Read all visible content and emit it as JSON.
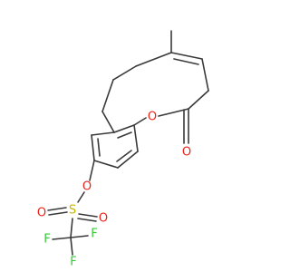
{
  "diagram": {
    "kind": "skeletal-structure",
    "atom_labels": {
      "ring_oxygen": "O",
      "carbonyl_oxygen": "O",
      "ester_oxygen": "O",
      "sulfur": "S",
      "sulfonyl_oxygen_left": "O",
      "sulfonyl_oxygen_right": "O",
      "fluorine_top": "F",
      "fluorine_left": "F",
      "fluorine_bottom": "F"
    },
    "colors": {
      "bond": "#3a3a3a",
      "oxygen": "#e8231a",
      "sulfur": "#c9b200",
      "fluorine": "#33cc33"
    }
  }
}
